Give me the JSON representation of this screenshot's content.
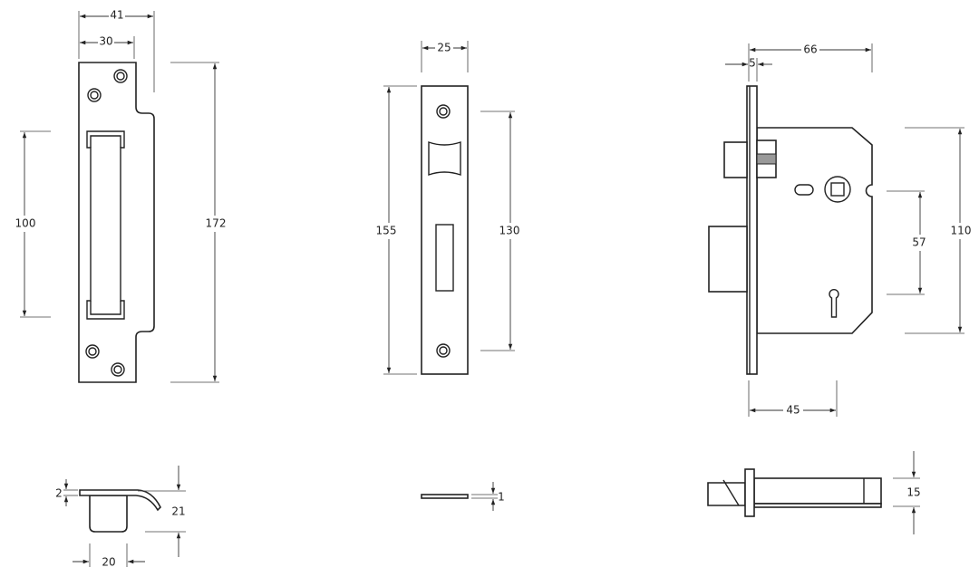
{
  "drawing": {
    "strike_plate": {
      "width_overall": "41",
      "width_plate": "30",
      "slot_height": "100",
      "height": "172"
    },
    "forend": {
      "width": "25",
      "height": "155",
      "screw_centres": "130"
    },
    "lock_body": {
      "backset": "66",
      "forend_thickness": "5",
      "body_height": "110",
      "centres": "57",
      "case_depth": "45"
    },
    "strike_side": {
      "thickness": "2",
      "lip_depth": "21",
      "box_width": "20"
    },
    "forend_side": {
      "thickness": "1"
    },
    "lock_side": {
      "case_thickness": "15"
    }
  },
  "colors": {
    "line": "#222222",
    "background": "#ffffff"
  }
}
